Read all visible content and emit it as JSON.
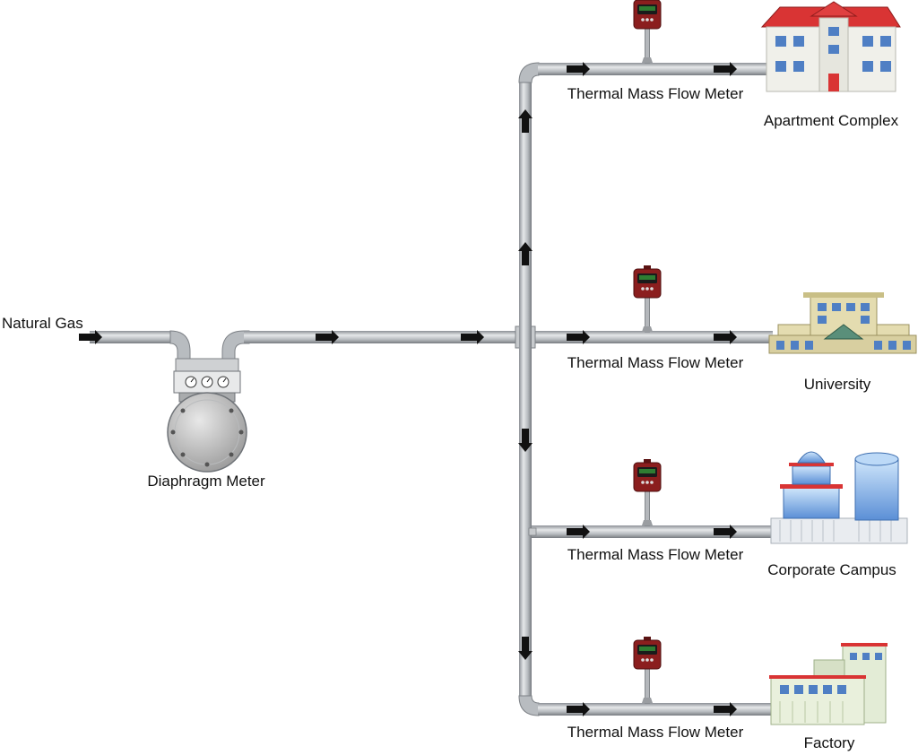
{
  "labels": {
    "source": "Natural Gas",
    "diaphragm_meter": "Diaphragm Meter",
    "flow_meter": "Thermal Mass Flow Meter"
  },
  "branches": [
    {
      "meter_label": "Thermal Mass Flow Meter",
      "destination": "Apartment Complex"
    },
    {
      "meter_label": "Thermal Mass Flow Meter",
      "destination": "University"
    },
    {
      "meter_label": "Thermal Mass Flow Meter",
      "destination": "Corporate Campus"
    },
    {
      "meter_label": "Thermal Mass Flow Meter",
      "destination": "Factory"
    }
  ],
  "colors": {
    "pipe": "#b9bcc0",
    "pipe_edge": "#7d8186",
    "arrow": "#111111",
    "meter_housing": "#8b1e1e",
    "meter_display": "#2e7d32",
    "roof": "#d93434",
    "building_wall": "#f0f0ea",
    "window": "#4f7fc4"
  }
}
